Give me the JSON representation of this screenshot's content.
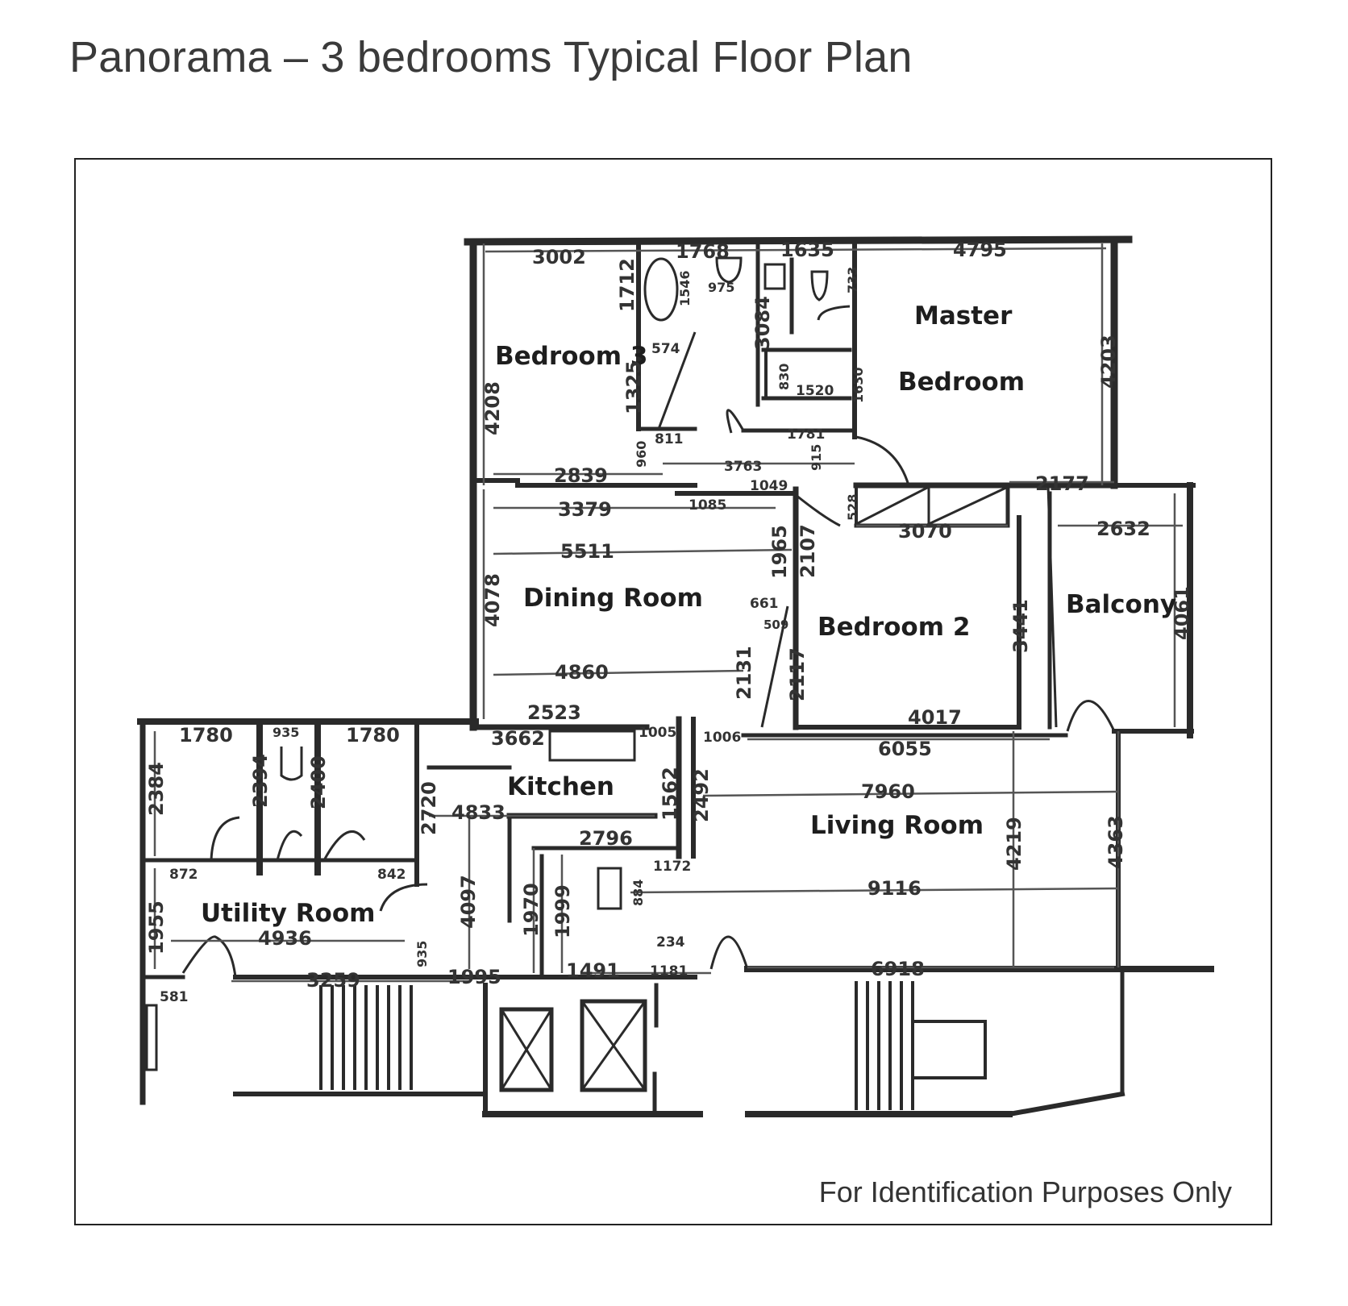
{
  "title": "Panorama – 3 bedrooms Typical Floor Plan",
  "footnote": "For Identification Purposes Only",
  "rooms": {
    "bedroom3": "Bedroom 3",
    "master_line1": "Master",
    "master_line2": "Bedroom",
    "dining": "Dining Room",
    "bedroom2": "Bedroom 2",
    "balcony": "Balcony",
    "kitchen": "Kitchen",
    "living": "Living Room",
    "utility": "Utility Room"
  },
  "dims": {
    "d3002": "3002",
    "d1768": "1768",
    "d1635": "1635",
    "d4795": "4795",
    "d1712": "1712",
    "d1546": "1546",
    "d975": "975",
    "d733": "733",
    "d3084": "3084",
    "d574": "574",
    "d830": "830",
    "d1520": "1520",
    "d1630": "1630",
    "d4208": "4208",
    "d4203": "4203",
    "d1325": "1325",
    "d811": "811",
    "d1781": "1781",
    "d960": "960",
    "d3763": "3763",
    "d915": "915",
    "d2839": "2839",
    "d1049": "1049",
    "d2177": "2177",
    "d3379": "3379",
    "d1085": "1085",
    "d528": "528",
    "d3070": "3070",
    "d2632": "2632",
    "d5511": "5511",
    "d1965": "1965",
    "d2107": "2107",
    "d4078": "4078",
    "d661": "661",
    "d509": "509",
    "d3441": "3441",
    "d4061": "4061",
    "d4860": "4860",
    "d2131": "2131",
    "d2117": "2117",
    "d2523": "2523",
    "d4017": "4017",
    "d1780a": "1780",
    "d935a": "935",
    "d1780b": "1780",
    "d3662": "3662",
    "d1005": "1005",
    "d1006": "1006",
    "d6055": "6055",
    "d2384": "2384",
    "d2394": "2394",
    "d2400": "2400",
    "d2720": "2720",
    "d1562": "1562",
    "d2492": "2492",
    "d7960": "7960",
    "d4833": "4833",
    "d2796": "2796",
    "d872": "872",
    "d842": "842",
    "d1172": "1172",
    "d4219": "4219",
    "d4363": "4363",
    "d4097": "4097",
    "d1970": "1970",
    "d1999": "1999",
    "d884": "884",
    "d9116": "9116",
    "d1955": "1955",
    "d4936": "4936",
    "d935b": "935",
    "d234": "234",
    "d3259": "3259",
    "d1995": "1995",
    "d1491": "1491",
    "d1181": "1181",
    "d6918": "6918",
    "d581": "581"
  }
}
